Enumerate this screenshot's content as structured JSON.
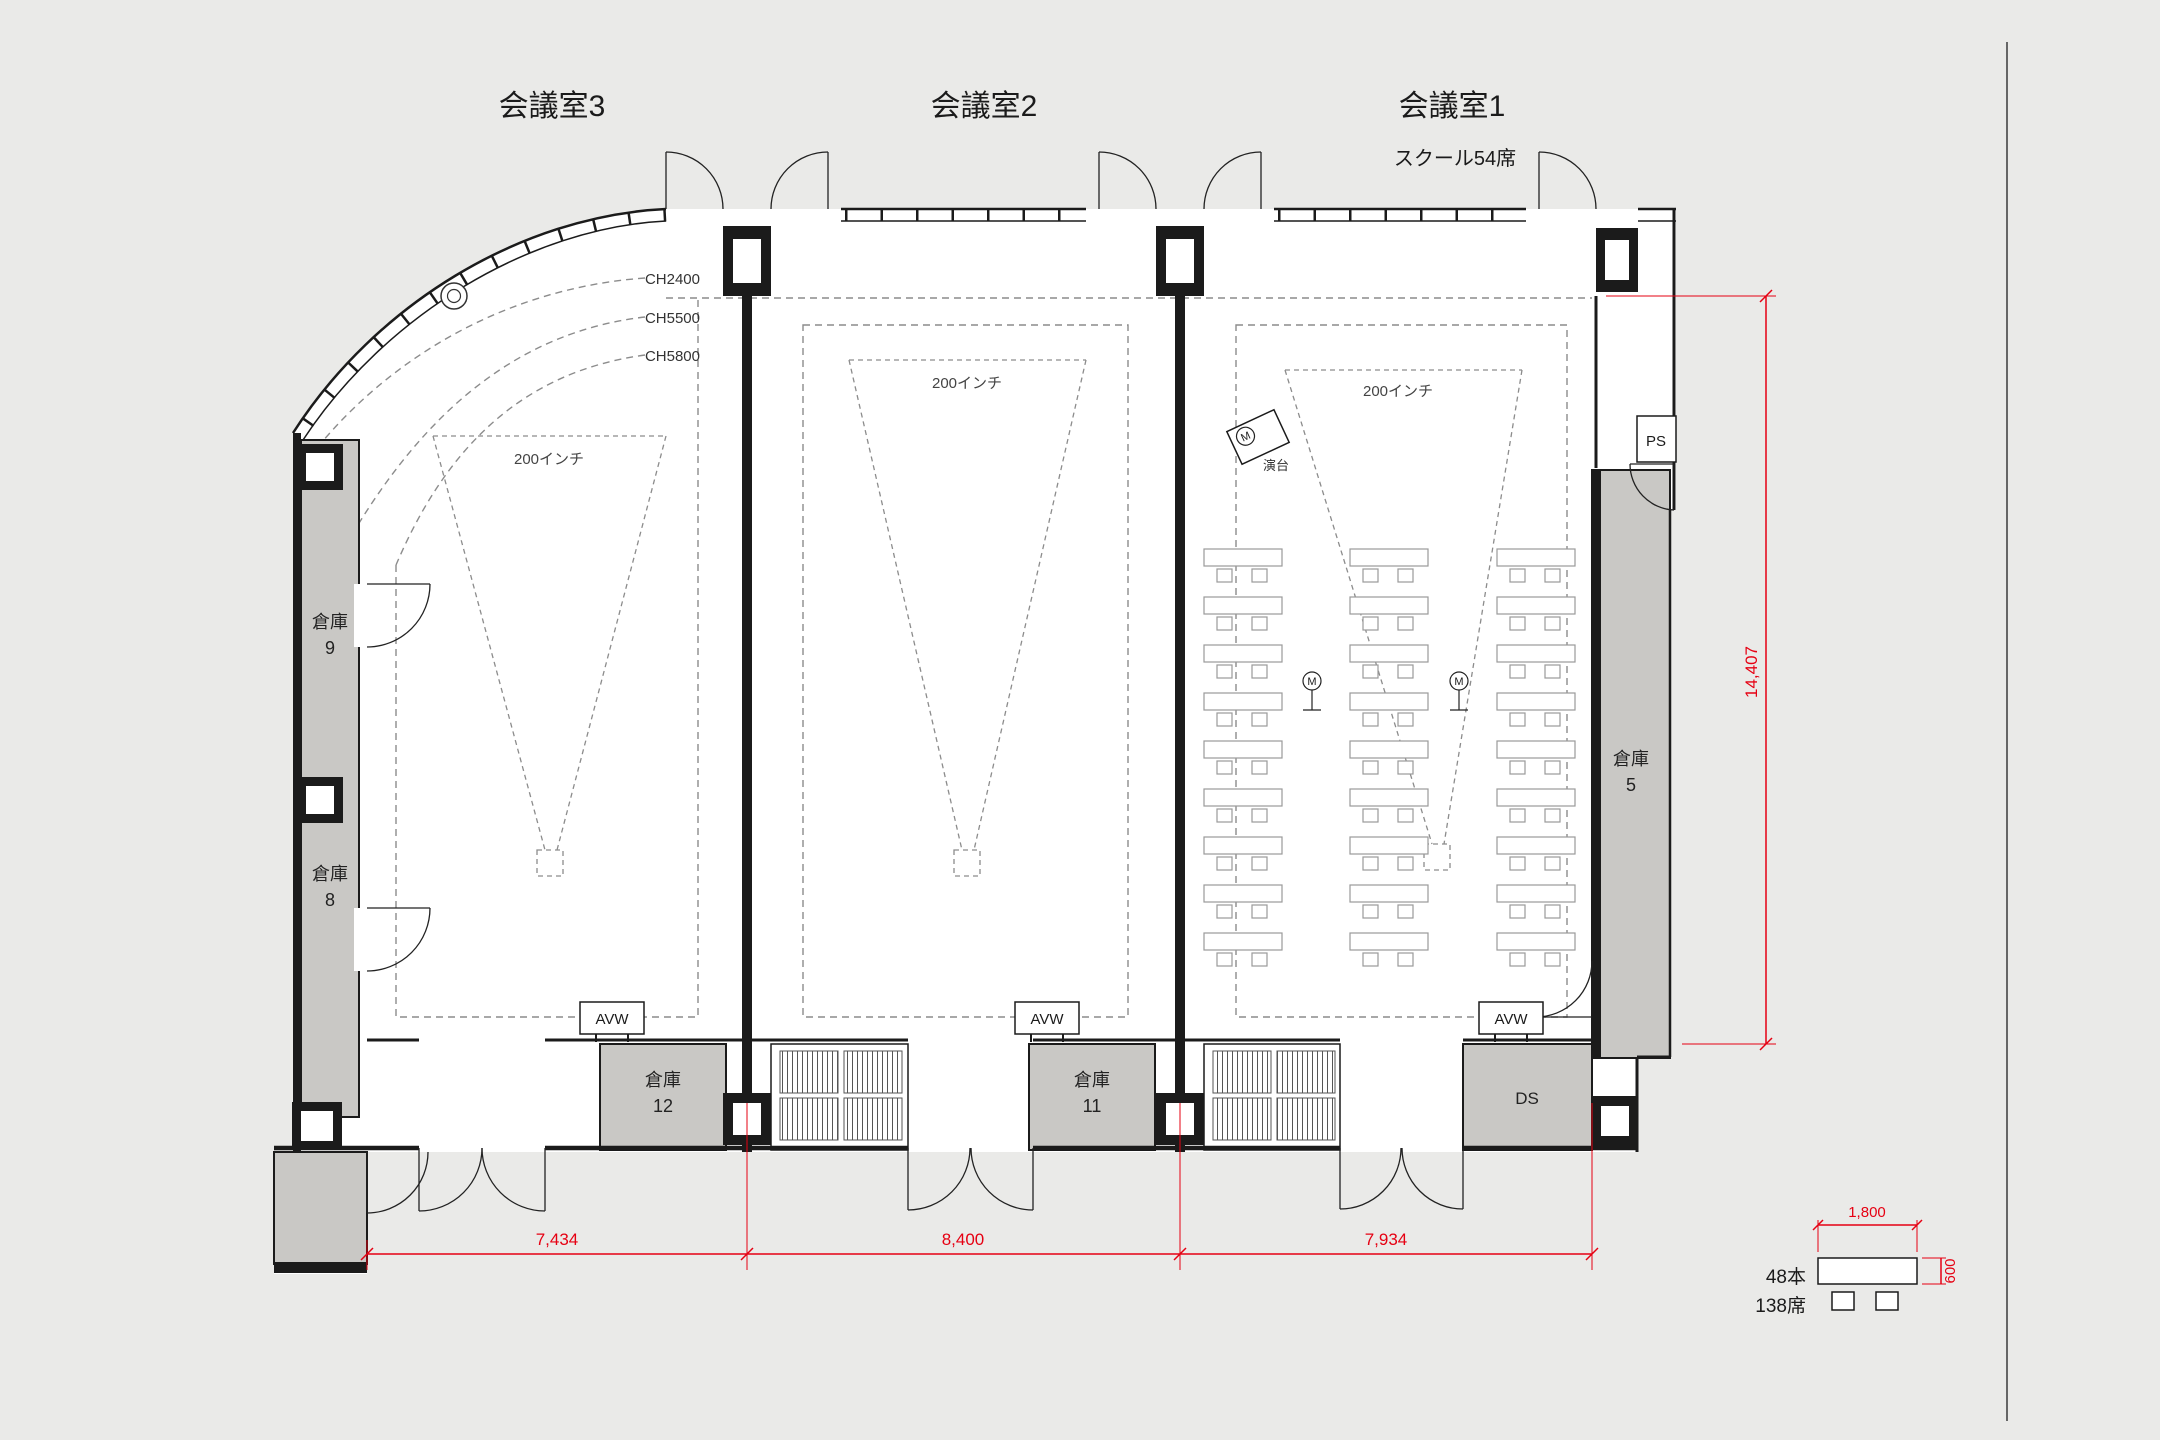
{
  "colors": {
    "background": "#eaeae8",
    "floor": "#ffffff",
    "wall": "#1b1b1b",
    "storage_fill": "#c9c8c5",
    "dashed_line": "#8c8c8c",
    "dimension_red": "#e60012"
  },
  "rooms": {
    "room3": {
      "title": "会議室3",
      "screen": "200インチ"
    },
    "room2": {
      "title": "会議室2",
      "screen": "200インチ"
    },
    "room1": {
      "title": "会議室1",
      "subtitle": "スクール54席",
      "screen": "200インチ",
      "podium_label": "演台",
      "mic_letter": "M"
    }
  },
  "ceiling_labels": [
    "CH2400",
    "CH5500",
    "CH5800"
  ],
  "storage": {
    "s9": {
      "name": "倉庫",
      "number": "9"
    },
    "s8": {
      "name": "倉庫",
      "number": "8"
    },
    "s5": {
      "name": "倉庫",
      "number": "5"
    },
    "s12": {
      "name": "倉庫",
      "number": "12"
    },
    "s11": {
      "name": "倉庫",
      "number": "11"
    }
  },
  "equipment": {
    "avw": "AVW",
    "ps": "PS",
    "ds": "DS"
  },
  "dimensions": {
    "bottom": [
      "7,434",
      "8,400",
      "7,934"
    ],
    "right_height": "14,407",
    "table_width": "1,800",
    "table_depth": "600"
  },
  "table_legend": {
    "tables": "48本",
    "seats": "138席"
  }
}
